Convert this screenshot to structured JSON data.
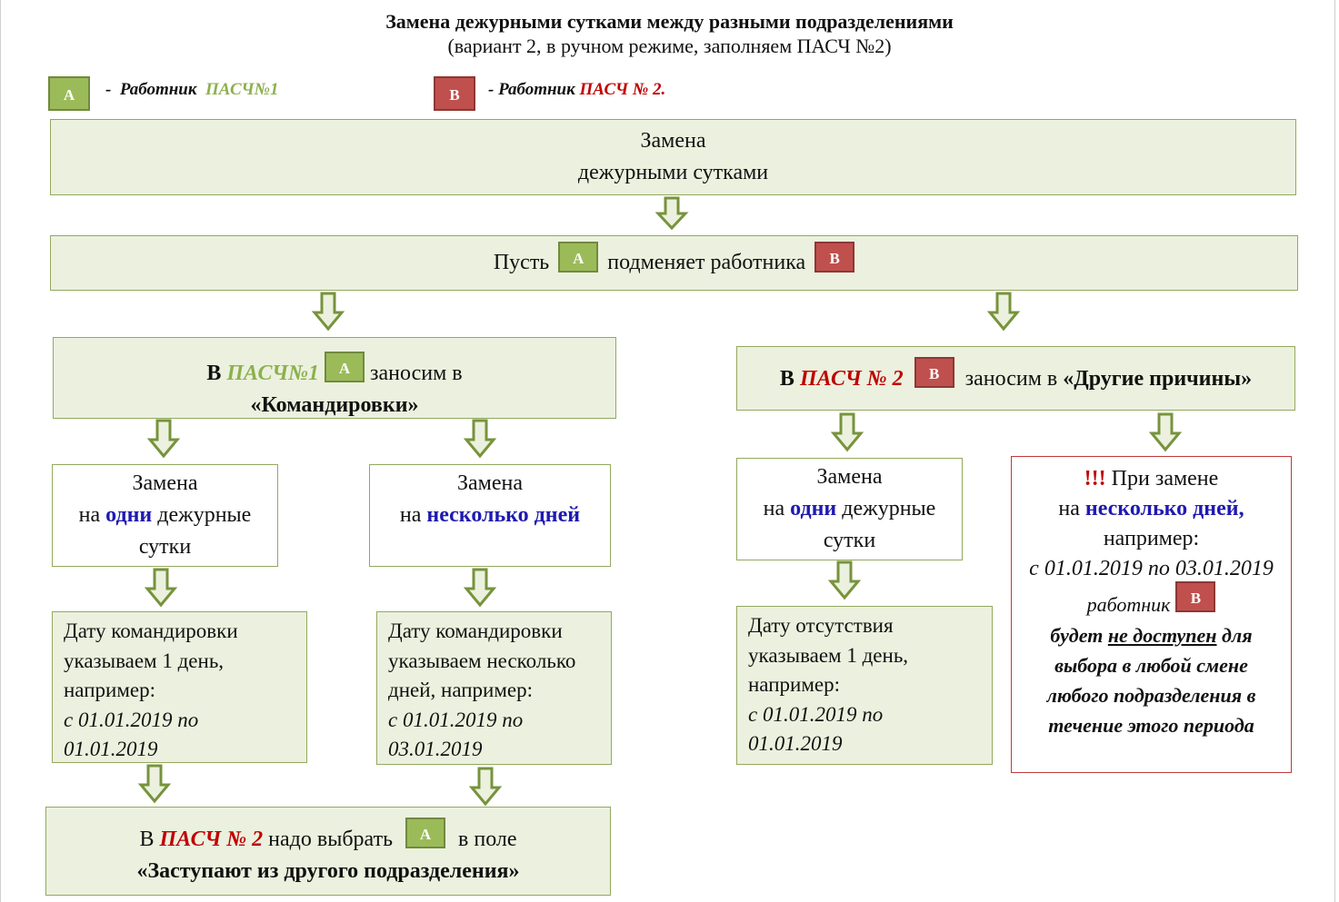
{
  "title": {
    "line1": "Замена дежурными сутками между разными подразделениями",
    "line2": "(вариант 2, в ручном режиме, заполняем ПАСЧ №2)"
  },
  "badges": {
    "a": "А",
    "b": "В"
  },
  "legend": {
    "a_dash": "-",
    "a_prefix": "Работник",
    "a_unit": "ПАСЧ№1",
    "b_prefix": "- Работник",
    "b_unit": "ПАСЧ № 2."
  },
  "top_box": {
    "line1": "Замена",
    "line2": "дежурными сутками"
  },
  "second_box": {
    "part1": "Пусть",
    "part2": "подменяет работника"
  },
  "left_branch": {
    "header": {
      "prefix": "В",
      "unit": "ПАСЧ№1",
      "suffix": "заносим в",
      "line2": "«Командировки»"
    },
    "one_day": {
      "line1": "Замена",
      "line2_pre": "на",
      "line2_hl": "одни",
      "line2_post": "дежурные",
      "line3": "сутки"
    },
    "several_days": {
      "line1": "Замена",
      "line2_pre": "на",
      "line2_hl": "несколько дней"
    },
    "one_day_detail": {
      "line1": "Дату командировки",
      "line2": "указываем 1 день,",
      "line3": "например:",
      "line4_a": "с 01.01.2019",
      "line4_b": "по",
      "line5": "01.01.2019"
    },
    "several_days_detail": {
      "line1": "Дату командировки",
      "line2": "указываем несколько",
      "line3": "дней, например:",
      "line4_a": "с 01.01.2019",
      "line4_b": "по",
      "line5": "03.01.2019"
    },
    "bottom": {
      "prefix": "В",
      "unit": "ПАСЧ № 2",
      "mid": "надо выбрать",
      "suffix": "в поле",
      "line2": "«Заступают из другого подразделения»"
    }
  },
  "right_branch": {
    "header": {
      "prefix": "В",
      "unit": "ПАСЧ № 2",
      "suffix_pre": "заносим в",
      "suffix_bold": "«Другие причины»"
    },
    "one_day": {
      "line1": "Замена",
      "line2_pre": "на",
      "line2_hl": "одни",
      "line2_post": "дежурные",
      "line3": "сутки"
    },
    "one_day_detail": {
      "line1": "Дату отсутствия",
      "line2": "указываем 1 день,",
      "line3": "например:",
      "line4_a": "с 01.01.2019",
      "line4_b": "по",
      "line5": "01.01.2019"
    },
    "warning": {
      "marks": "!!!",
      "line1": "При замене",
      "line2_pre": "на",
      "line2_hl": "несколько дней,",
      "line3": "например:",
      "line4": "с 01.01.2019 по 03.01.2019",
      "line5": "работник",
      "line6_pre": "будет",
      "line6_ul": "не доступен",
      "line6_post": "для",
      "line7": "выбора  в любой смене",
      "line8": "любого подразделения в",
      "line9": "течение этого периода"
    }
  },
  "colors": {
    "green_fill": "#ebf1de",
    "green_border": "#93a85f",
    "badge_a": "#9bbb59",
    "badge_b": "#c0504d",
    "red_text": "#c00000",
    "green_text": "#8db04e",
    "blue_text": "#1f1ab0"
  }
}
